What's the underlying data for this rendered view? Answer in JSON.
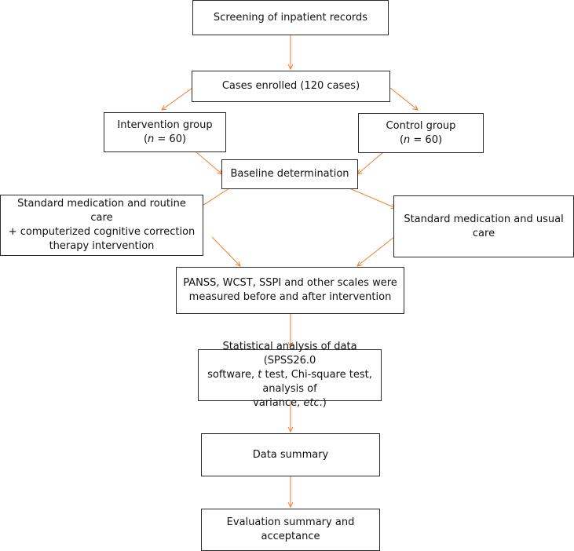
{
  "nodes": {
    "screening": {
      "lines": [
        "Screening of inpatient records"
      ]
    },
    "enrolled": {
      "lines": [
        "Cases enrolled (120 cases)"
      ]
    },
    "intervention_group": {
      "line1": "Intervention group",
      "n_var": "n",
      "n_rest": " = 60)",
      "open": "("
    },
    "control_group": {
      "line1": "Control group",
      "n_var": "n",
      "n_rest": " = 60)",
      "open": "("
    },
    "baseline": {
      "lines": [
        "Baseline determination"
      ]
    },
    "intervention_care": {
      "lines": [
        "Standard medication and routine care",
        "+ computerized cognitive correction",
        "therapy intervention"
      ]
    },
    "control_care": {
      "lines": [
        "Standard medication and usual",
        "care"
      ]
    },
    "measured": {
      "lines": [
        "PANSS, WCST, SSPI and other scales were",
        "measured before and after intervention"
      ]
    },
    "statistics": {
      "line1": "Statistical analysis of data (SPSS26.0",
      "line2_t": "t",
      "line2_rest": " test, Chi-square test, analysis of",
      "line2_pre": "software, ",
      "line3_pre": "variance, ",
      "line3_etc": "etc",
      "line3_post": ".)"
    },
    "data_summary": {
      "lines": [
        "Data summary"
      ]
    },
    "evaluation": {
      "lines": [
        "Evaluation summary and",
        "acceptance"
      ]
    }
  },
  "colors": {
    "arrow": "#f07f2c",
    "border": "#2b2b2b",
    "text": "#111111"
  }
}
